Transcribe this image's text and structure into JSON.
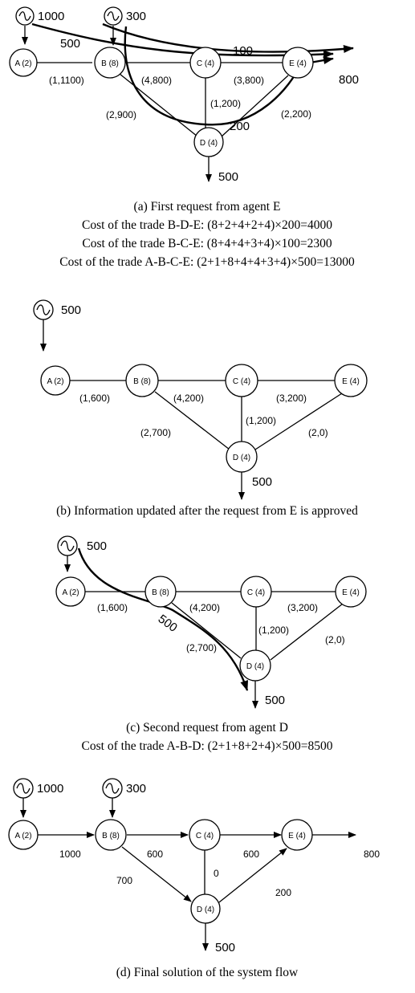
{
  "panel_a": {
    "gen_a": "1000",
    "gen_b": "300",
    "node_a": "A (2)",
    "node_b": "B (8)",
    "node_c": "C (4)",
    "node_d": "D (4)",
    "node_e": "E (4)",
    "edge_ab": "(1,1100)",
    "edge_bc": "(4,800)",
    "edge_ce": "(3,800)",
    "edge_bd": "(2,900)",
    "edge_cd": "(1,200)",
    "edge_de": "(2,200)",
    "flow_500": "500",
    "flow_100": "100",
    "flow_200": "200",
    "out_e": "800",
    "load_d": "500",
    "caption_title": "(a) First request from agent E",
    "cost_1": "Cost of the trade B-D-E: (8+2+4+2+4)×200=4000",
    "cost_2": "Cost of the trade B-C-E: (8+4+4+3+4)×100=2300",
    "cost_3": "Cost of the trade A-B-C-E: (2+1+8+4+4+3+4)×500=13000"
  },
  "panel_b": {
    "gen_a": "500",
    "node_a": "A (2)",
    "node_b": "B (8)",
    "node_c": "C (4)",
    "node_d": "D (4)",
    "node_e": "E (4)",
    "edge_ab": "(1,600)",
    "edge_bc": "(4,200)",
    "edge_ce": "(3,200)",
    "edge_bd": "(2,700)",
    "edge_cd": "(1,200)",
    "edge_de": "(2,0)",
    "load_d": "500",
    "caption_title": "(b) Information updated after the request from E is approved"
  },
  "panel_c": {
    "gen_a": "500",
    "node_a": "A (2)",
    "node_b": "B (8)",
    "node_c": "C (4)",
    "node_d": "D (4)",
    "node_e": "E (4)",
    "edge_ab": "(1,600)",
    "edge_bc": "(4,200)",
    "edge_ce": "(3,200)",
    "edge_bd": "(2,700)",
    "edge_cd": "(1,200)",
    "edge_de": "(2,0)",
    "flow_500": "500",
    "load_d": "500",
    "caption_title": "(c) Second request from agent D",
    "cost_1": "Cost of the trade A-B-D: (2+1+8+2+4)×500=8500"
  },
  "panel_d": {
    "gen_a": "1000",
    "gen_b": "300",
    "node_a": "A (2)",
    "node_b": "B (8)",
    "node_c": "C (4)",
    "node_d": "D (4)",
    "node_e": "E (4)",
    "flow_ab": "1000",
    "flow_bc": "600",
    "flow_ce": "600",
    "flow_bd": "700",
    "flow_cd": "0",
    "flow_de": "200",
    "out_e": "800",
    "load_d": "500",
    "caption_title": "(d) Final solution of the system flow"
  },
  "icons": {
    "generator": "ac-source-icon",
    "arrow": "arrow-icon"
  }
}
